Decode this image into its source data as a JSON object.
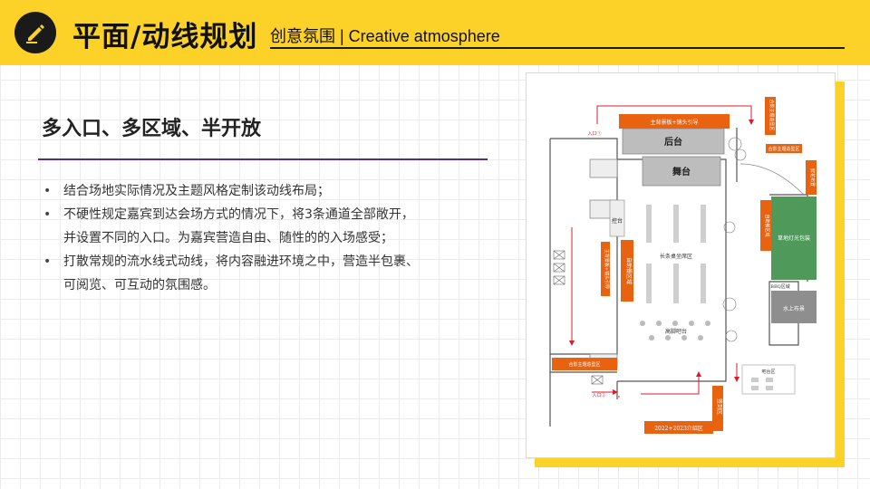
{
  "header": {
    "title": "平面/动线规划",
    "subtitle": "创意氛围 | Creative atmosphere",
    "logo_icon": "pen-edit-icon"
  },
  "section": {
    "title": "多入口、多区域、半开放"
  },
  "bullets": [
    "结合场地实际情况及主题风格定制该动线布局；",
    "不硬性规定嘉宾到达会场方式的情况下，将3条通道全部敞开，",
    "并设置不同的入口。为嘉宾营造自由、随性的的入场感受；",
    "打散常规的流水线式动线，将内容融进环境之中，营造半包裹、",
    "可阅览、可互动的氛围感。"
  ],
  "bullet_markers": [
    "•",
    "•",
    "",
    "•",
    ""
  ],
  "floorplan": {
    "main_banner": "主背景板+镜头引导",
    "backstage": "后台",
    "stage": "舞台",
    "console": "控台",
    "side_banner": "主背景板+镜头引导",
    "self_help": "自助餐区域",
    "long_table": "长条桌坐席区",
    "bar": "高脚吧台",
    "photo_wall_top": "合影主题造型区",
    "photo_wall_small": "合影主题造型区",
    "photo_wall_bottom": "合影主题造型区",
    "signin": "签到区",
    "gallery": "2022+2023介绍区",
    "entrance_1": "入口①",
    "entrance_2": "入口②",
    "corner_banner": "鲜花布置",
    "lawn": "草地灯光包装",
    "self_help_right": "自助餐区域",
    "bbq": "BBQ区域",
    "water": "水上布景",
    "bar_area": "吧台区"
  },
  "colors": {
    "header_yellow": "#fcd229",
    "accent_orange": "#e8620f",
    "lawn_green": "#4f9a5a",
    "arrow_red": "#d61f2c",
    "divider_purple": "#5b2a86"
  }
}
